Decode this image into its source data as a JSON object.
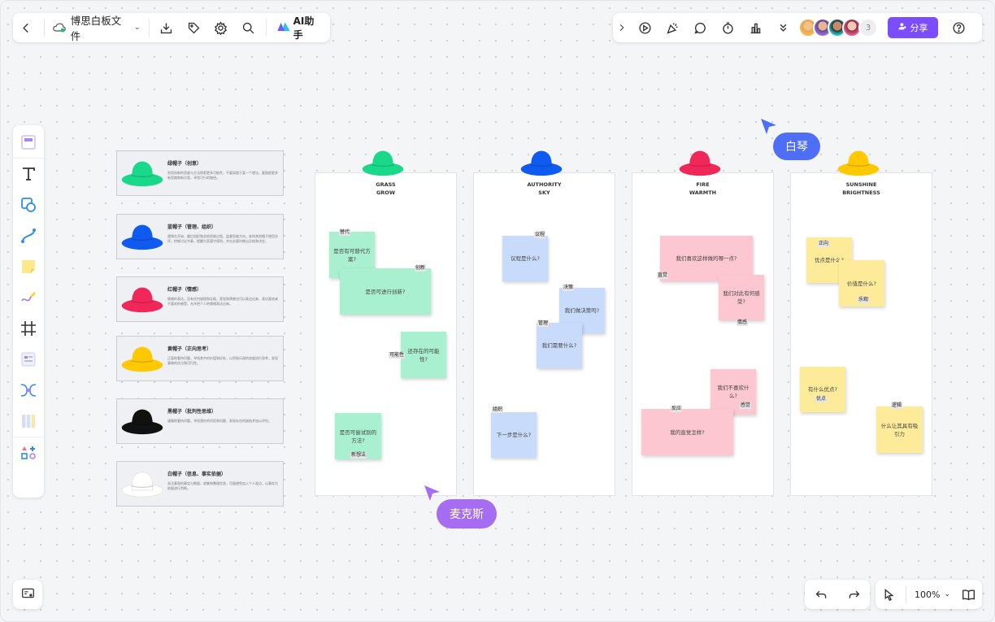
{
  "header": {
    "file_title": "博思白板文件",
    "ai_label": "AI助手",
    "collaborator_count": "3",
    "share_label": "分享"
  },
  "zoom": {
    "label": "100%"
  },
  "legend": [
    {
      "title": "绿帽子（创意）",
      "desc": "利用创新的思维与方法探索更多可能性，不要局限于某一个想法，要鼓励更多新思路和新方案，寻找可行的路径。",
      "color": "#19d88a"
    },
    {
      "title": "蓝帽子（管理、组织）",
      "desc": "通常在开始、最后组织和总结思维过程，监督思维方向，安排其他帽子使用次序，控制讨论节奏，提醒大家遵守规则，并在必要时做出总结和决定。",
      "color": "#0f5bf0"
    },
    {
      "title": "红帽子（情感）",
      "desc": "情感的表达，没有任何道理和证据，直觉和预感也可以表达出来，表达喜欢或不喜欢的感受，允许把个人的情绪表达出来。",
      "color": "#f0285a"
    },
    {
      "title": "黄帽子（正向思考）",
      "desc": "正面地看待问题，寻找其中的价值和好处，以积极乐观的态度进行思考，发现事物的优点和可行性。",
      "color": "#ffc800"
    },
    {
      "title": "黑帽子（批判性思维）",
      "desc": "谨慎地看待问题，寻找潜在的风险和问题，发现存在的缺陷并加以评估。",
      "color": "#111111"
    },
    {
      "title": "白帽子（信息、事实依据）",
      "desc": "关注客观的事实与数据，收集和整理信息，尽量避免加入个人观点，以事实为依据进行判断。",
      "color": "#ffffff"
    }
  ],
  "columns": [
    {
      "title1": "GRASS",
      "title2": "GROW",
      "color": "#19d88a"
    },
    {
      "title1": "AUTHORITY",
      "title2": "SKY",
      "color": "#0f5bf0"
    },
    {
      "title1": "FIRE",
      "title2": "WARMTH",
      "color": "#f0285a"
    },
    {
      "title1": "SUNSHINE",
      "title2": "BRIGHTNESS",
      "color": "#ffc800"
    }
  ],
  "stickies": [
    {
      "text": "是否有可替代方案?",
      "tag": "替代"
    },
    {
      "text": "是否可进行创新?",
      "tag": "创新"
    },
    {
      "text": "还存在的可能性?",
      "tag": "可能性"
    },
    {
      "text": "是否可尝试别的方法?",
      "tag": "新想法"
    },
    {
      "text": "议程是什么?",
      "tag": "议程"
    },
    {
      "text": "我们做决策吗?",
      "tag": "决策"
    },
    {
      "text": "我们需要什么?",
      "tag": "管理"
    },
    {
      "text": "下一步是什么?",
      "tag": "组织"
    },
    {
      "text": "我们喜欢这样做的哪一点?",
      "tag": "直觉"
    },
    {
      "text": "我们对此有何感受?",
      "tag": "情感"
    },
    {
      "text": "我们不喜欢什么?",
      "tag": "感觉"
    },
    {
      "text": "我的直觉怎样?",
      "tag": "反应"
    },
    {
      "text": "优点是什么?",
      "tag": "正向"
    },
    {
      "text": "价值是什么?",
      "tag": "乐观"
    },
    {
      "text": "有什么优点?",
      "tag": "优点"
    },
    {
      "text": "什么让其具有吸引力",
      "tag": "逻辑"
    }
  ],
  "cursors": [
    {
      "name": "白琴",
      "color": "#4f6ef7"
    },
    {
      "name": "麦克斯",
      "color": "#a66cf2"
    }
  ]
}
